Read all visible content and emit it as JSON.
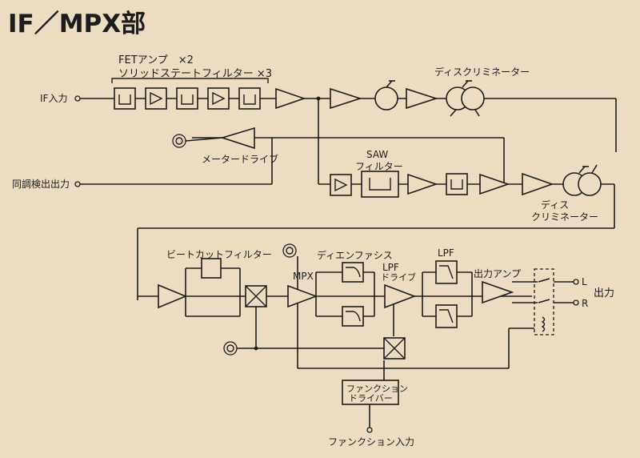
{
  "title": "IF／MPX部",
  "labels": {
    "fet_amp": "FETアンプ　×2",
    "solid_filter": "ソリッドステートフィルター ×3",
    "if_input": "IF入力",
    "discriminator_top": "ディスクリミネーター",
    "meter_drive": "メータードライブ",
    "tuning_output": "同調検出出力",
    "saw": "SAW",
    "saw_filter": "フィルター",
    "disc2_line1": "ディス",
    "disc2_line2": "クリミネーター",
    "beat_cut": "ビートカットフィルター",
    "mpx": "MPX",
    "deemphasis": "ディエンファシス",
    "lpf_drive_1": "LPF",
    "lpf_drive_2": "ドライブ",
    "lpf": "LPF",
    "output_amp": "出力アンプ",
    "out_l": "L",
    "out_r": "R",
    "output": "出力",
    "func_driver_1": "ファンクション",
    "func_driver_2": "ドライバー",
    "function_input": "ファンクション入力"
  },
  "colors": {
    "background": "#ecdcc2",
    "ink": "#1c1c1c"
  },
  "icons": [
    "lamp-icon",
    "amplifier-icon",
    "filter-icon",
    "mixer-icon",
    "coil-icon",
    "switch-icon"
  ]
}
